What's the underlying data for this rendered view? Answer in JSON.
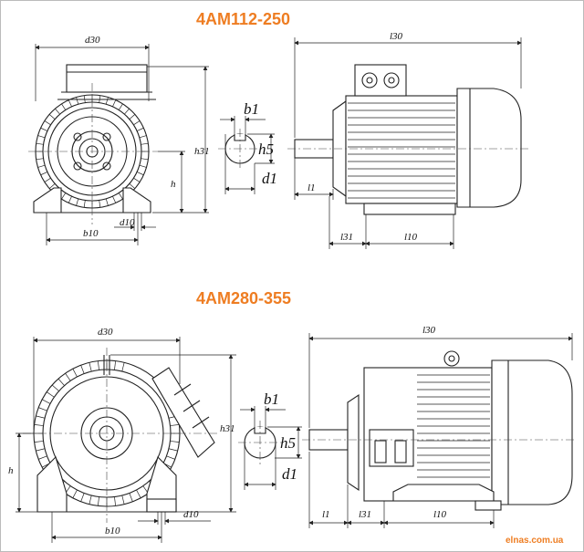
{
  "titles": {
    "top": "4АМ112-250",
    "bottom": "4АМ280-355"
  },
  "labels": {
    "d30": "d30",
    "l30": "l30",
    "h31": "h31",
    "h": "h",
    "b10": "b10",
    "d10": "d10",
    "b1": "b1",
    "h5": "h5",
    "d1": "d1",
    "l1": "l1",
    "l31": "l31",
    "l10": "l10"
  },
  "credit": "elnas.com.ua",
  "colors": {
    "accent": "#ee7d22",
    "line": "#222222"
  }
}
